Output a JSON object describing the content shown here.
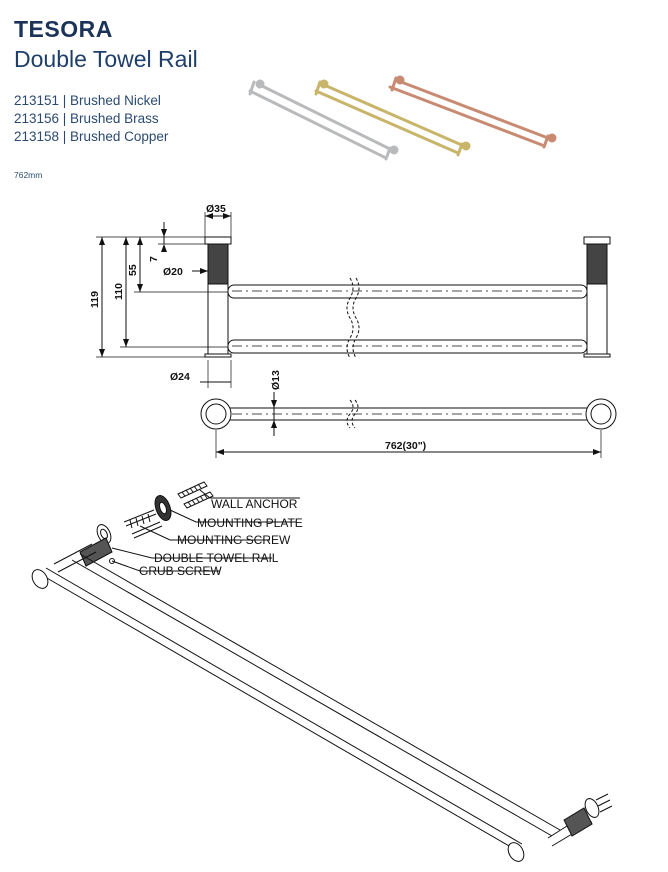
{
  "header": {
    "brand": "TESORA",
    "product": "Double Towel Rail",
    "variants": [
      "213151 | Brushed Nickel",
      "213156 | Brushed Brass",
      "213158 | Brushed Copper"
    ],
    "size_note": "762mm"
  },
  "finish_colors": {
    "nickel": "#b9babc",
    "brass": "#c9b56a",
    "copper": "#c98a72"
  },
  "dimensions": {
    "mount_diameter": "Ø35",
    "offset_top": "7",
    "bar_offset": "55",
    "bar_diameter": "Ø20",
    "overall_height": "119",
    "centres_height": "110",
    "base_diameter": "Ø24",
    "tube_diameter": "Ø13",
    "length": "762(30\")"
  },
  "parts": {
    "wall_anchor": "WALL ANCHOR",
    "mounting_plate": "MOUNTING PLATE",
    "mounting_screw": "MOUNTING SCREW",
    "double_towel_rail": "DOUBLE TOWEL RAIL",
    "grub_screw": "GRUB SCREW"
  }
}
